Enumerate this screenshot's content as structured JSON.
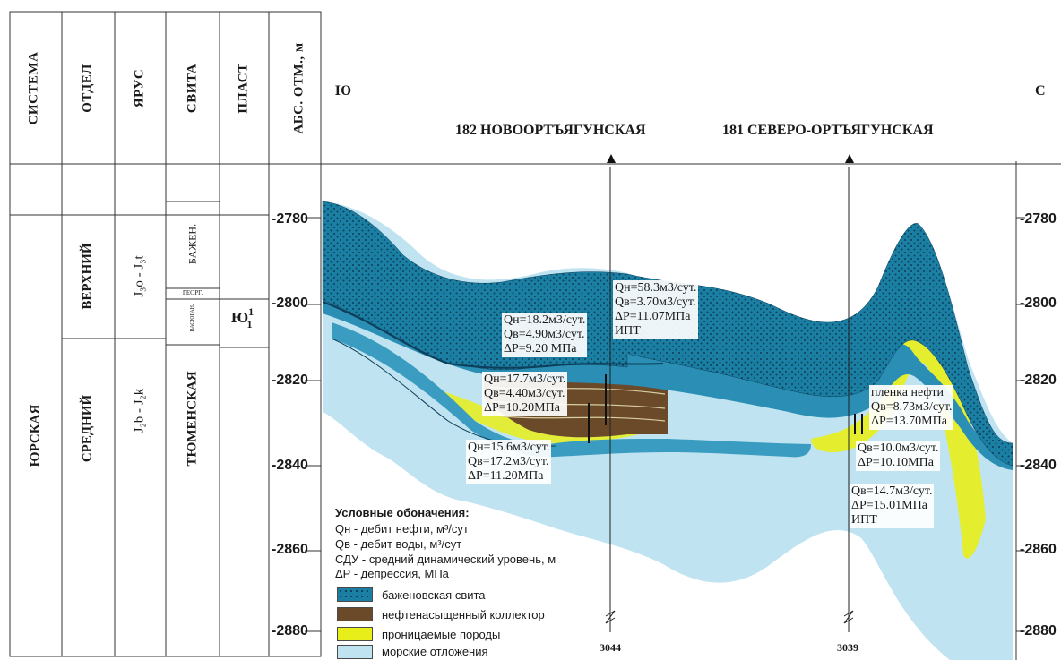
{
  "columns": {
    "sistema": "СИСТЕМА",
    "otdel": "ОТДЕЛ",
    "yarus": "ЯРУС",
    "svita": "СВИТА",
    "plast": "ПЛАСТ",
    "abs": "АБС. ОТМ., м"
  },
  "strat": {
    "system": "ЮРСКАЯ",
    "upper": "ВЕРХНИЙ",
    "middle": "СРЕДНИЙ",
    "stage_upper": "J₃o - J₃t",
    "stage_middle": "J₂b - J₂k",
    "bazhen": "БАЖЕН.",
    "georg": "ГЕОРГ.",
    "vasyugan": "ВАСЮГАН.",
    "tyumen": "ТЮМЕНСКАЯ",
    "plast_name": "Ю",
    "plast_sup": "1",
    "plast_sub": "1"
  },
  "depths": [
    "-2780",
    "-2800",
    "-2820",
    "-2840",
    "-2860",
    "-2880"
  ],
  "directions": {
    "south": "Ю",
    "north": "С"
  },
  "wells": {
    "w182_title": "182 НОВООРТЪЯГУНСКАЯ",
    "w181_title": "181 СЕВЕРО-ОРТЪЯГУНСКАЯ",
    "w182_no": "3044",
    "w181_no": "3039"
  },
  "annotations": {
    "a1": [
      "Qн=58.3м3/сут.",
      "Qв=3.70м3/сут.",
      "ΔP=11.07МПа",
      "ИПТ"
    ],
    "a2": [
      "Qн=18.2м3/сут.",
      "Qв=4.90м3/сут.",
      "ΔP=9.20 МПа"
    ],
    "a3": [
      "Qн=17.7м3/сут.",
      "Qв=4.40м3/сут.",
      "ΔP=10.20МПа"
    ],
    "a4": [
      "Qн=15.6м3/сут.",
      "Qв=17.2м3/сут.",
      "ΔP=11.20МПа"
    ],
    "a5": [
      "пленка нефти",
      "Qв=8.73м3/сут.",
      "ΔP=13.70МПа"
    ],
    "a6": [
      "Qв=10.0м3/сут.",
      "ΔP=10.10МПа"
    ],
    "a7": [
      "Qв=14.7м3/сут.",
      "ΔP=15.01МПа",
      "ИПТ"
    ]
  },
  "legend": {
    "title": "Условные обоначения:",
    "lines": [
      "Qн - дебит нефти, м³/сут",
      "Qв - дебит воды, м³/сут",
      "СДУ - средний динамический уровень, м",
      "ΔP - депрессия, МПа"
    ],
    "items": [
      {
        "label": "баженовская свита",
        "color": "#1a7fa3"
      },
      {
        "label": "нефтенасыщенный коллектор",
        "color": "#6b4a2a"
      },
      {
        "label": "проницаемые породы",
        "color": "#e8ee1a"
      },
      {
        "label": "морские отложения",
        "color": "#bfe3f0"
      }
    ]
  }
}
